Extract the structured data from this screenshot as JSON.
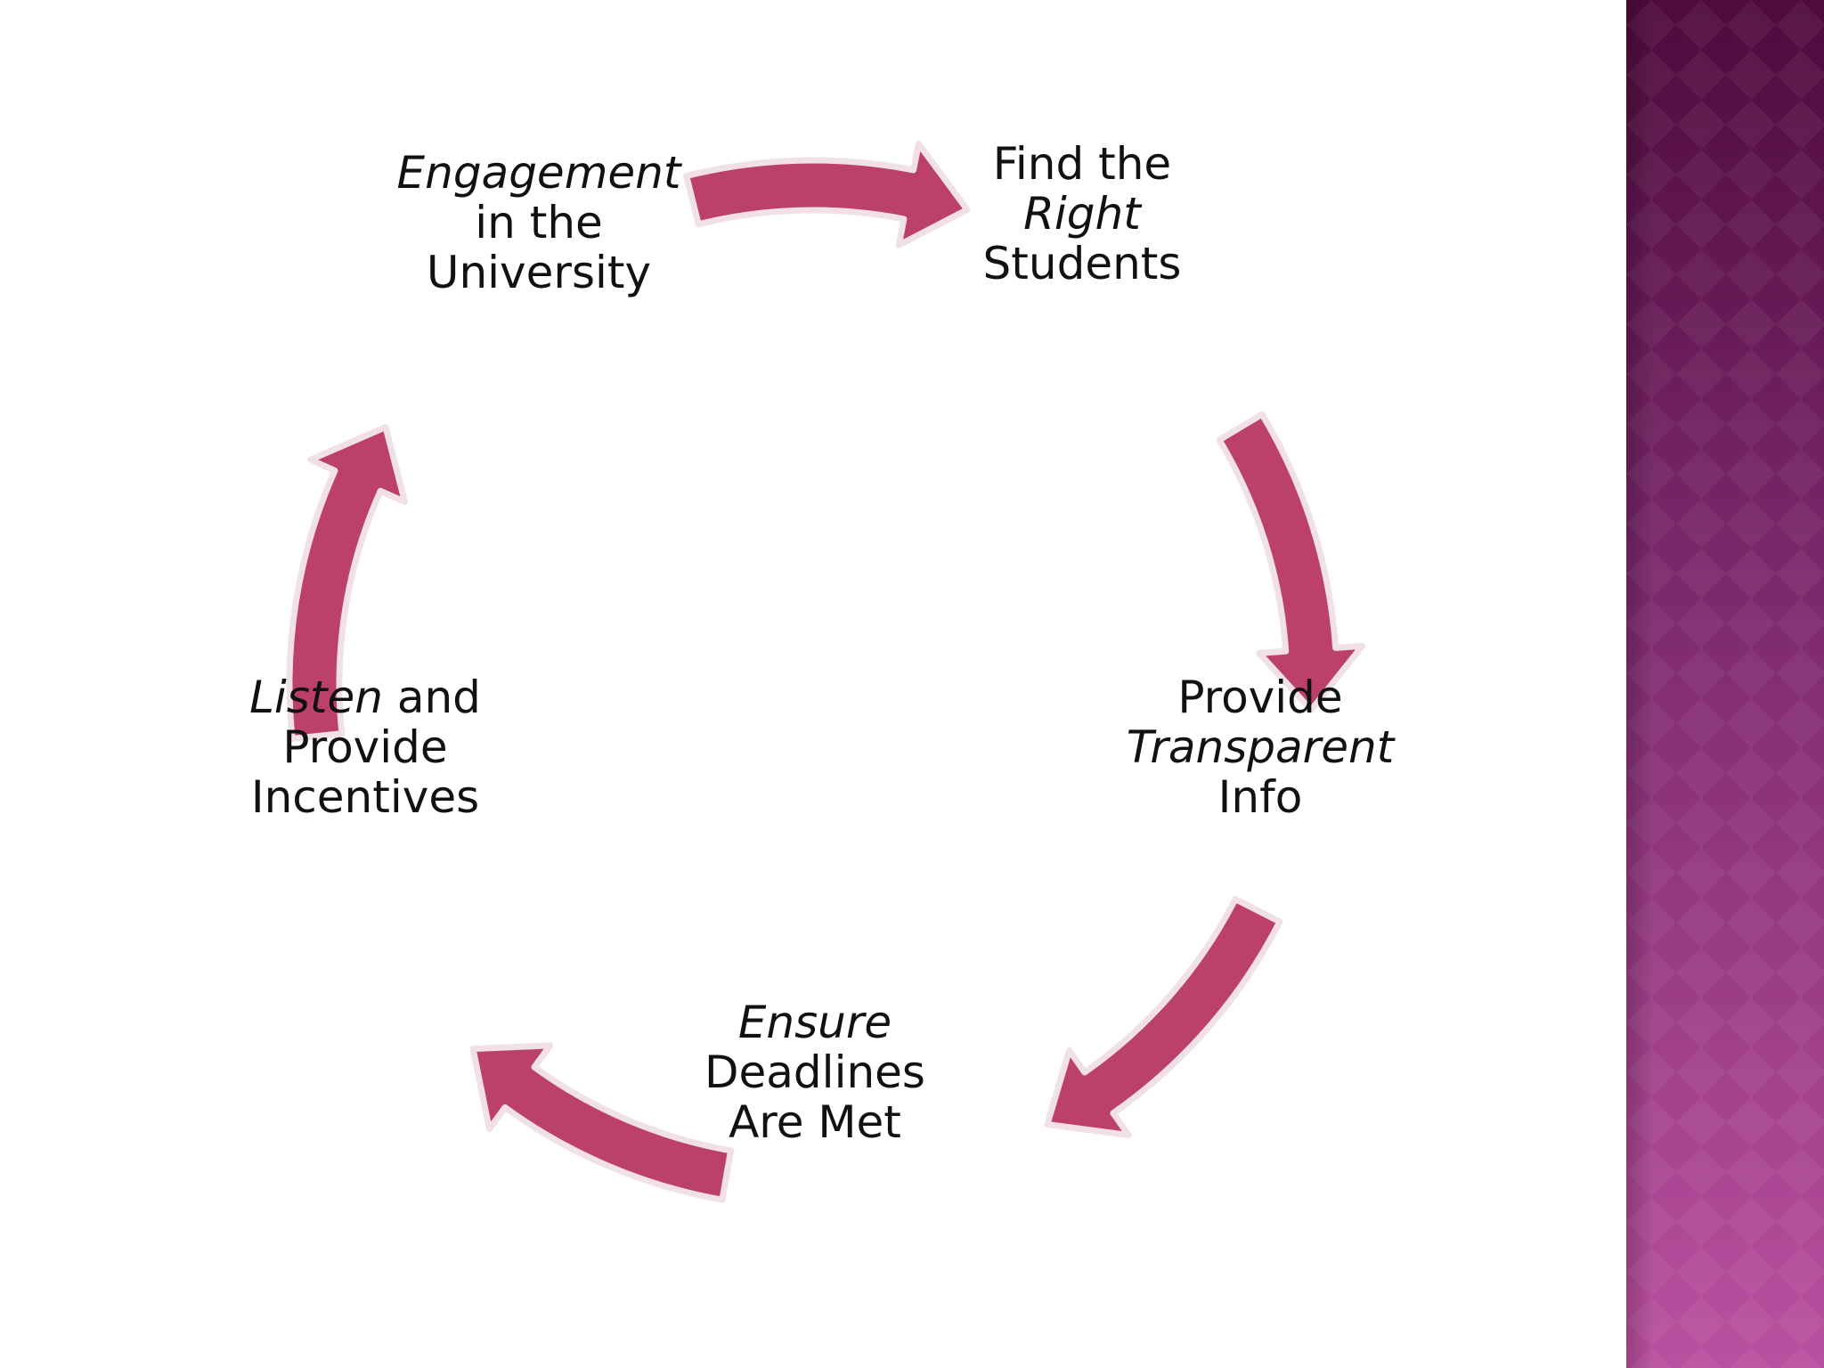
{
  "diagram": {
    "type": "cycle",
    "colors": {
      "arrow_fill": "#bc4169",
      "arrow_outline": "#f1e1e6",
      "text": "#111111",
      "slide_background": "#ffffff",
      "band_top": "#4e0b3c",
      "band_bottom": "#b9509f"
    },
    "nodes": [
      {
        "id": "engagement",
        "emphasis": "Engagement",
        "line2": "in the",
        "line3": "University"
      },
      {
        "id": "find",
        "line1": "Find the",
        "emphasis": "Right",
        "line3": "Students"
      },
      {
        "id": "provide-info",
        "line1": "Provide",
        "emphasis": "Transparent",
        "line3": "Info"
      },
      {
        "id": "ensure",
        "emphasis": "Ensure",
        "line2": "Deadlines",
        "line3": "Are Met"
      },
      {
        "id": "listen",
        "emphasis": "Listen",
        "line1_rest": " and",
        "line2": "Provide",
        "line3": "Incentives"
      }
    ],
    "arrows": [
      {
        "from": "engagement",
        "to": "find"
      },
      {
        "from": "find",
        "to": "provide-info"
      },
      {
        "from": "provide-info",
        "to": "ensure"
      },
      {
        "from": "ensure",
        "to": "listen"
      },
      {
        "from": "listen",
        "to": "engagement"
      }
    ]
  }
}
